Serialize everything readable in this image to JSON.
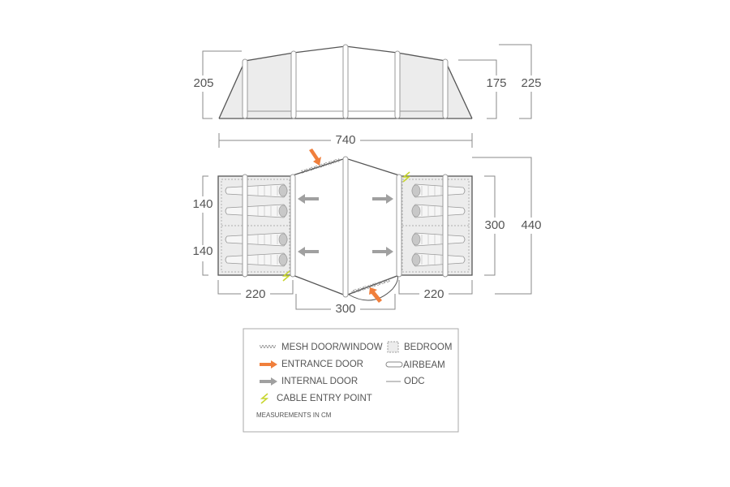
{
  "elevation": {
    "height_left": "205",
    "height_inner": "175",
    "height_total": "225",
    "length": "740"
  },
  "plan": {
    "bedroom_width_top": "140",
    "bedroom_width_bottom": "140",
    "bedroom_depth_right": "300",
    "total_width": "440",
    "bedroom_length_left": "220",
    "living_length": "300",
    "bedroom_length_right": "220"
  },
  "legend": {
    "mesh": "MESH DOOR/WINDOW",
    "entrance": "ENTRANCE DOOR",
    "internal": "INTERNAL DOOR",
    "cable": "CABLE ENTRY POINT",
    "bedroom": "BEDROOM",
    "airbeam": "AIRBEAM",
    "odc": "ODC",
    "note": "MEASUREMENTS IN CM"
  },
  "colors": {
    "entrance_arrow": "#f07f3c",
    "internal_arrow": "#a0a0a0",
    "cable_entry": "#c8d630",
    "bedroom_fill": "#ececec"
  }
}
